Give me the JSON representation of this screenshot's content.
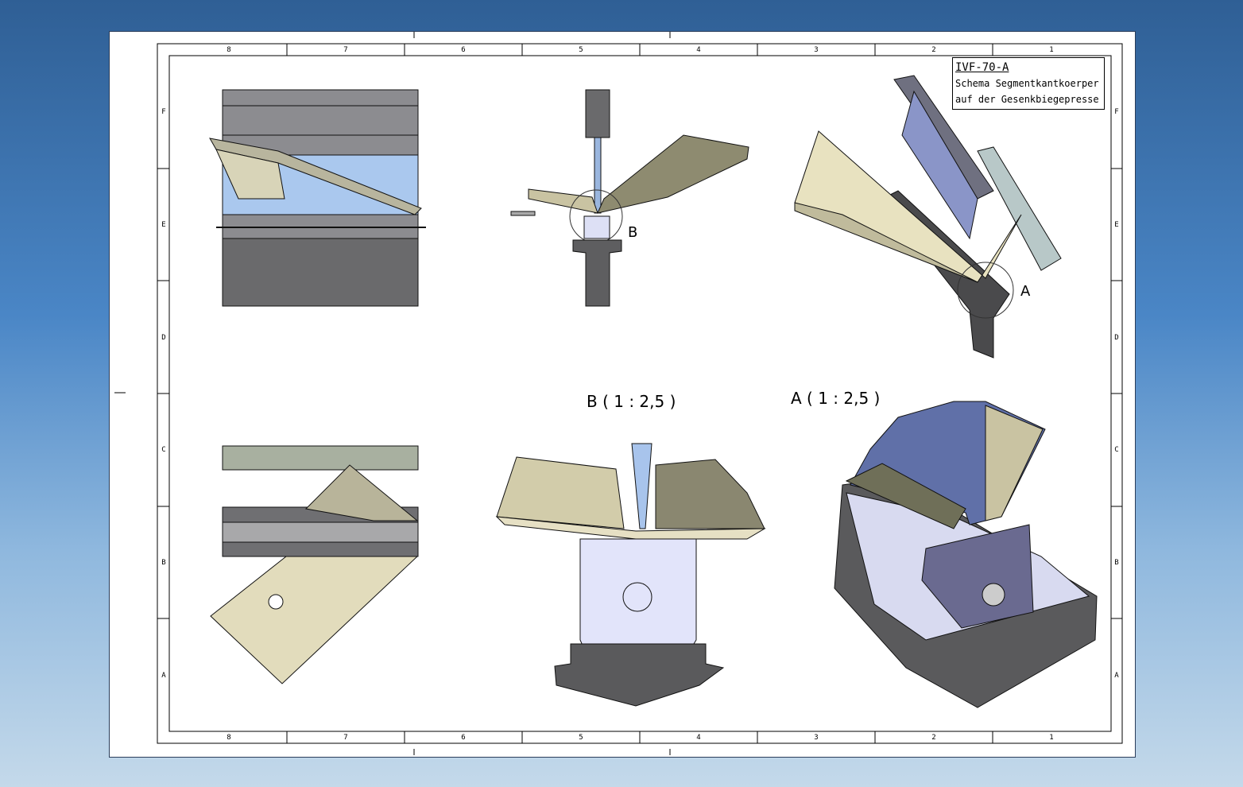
{
  "title_block": {
    "drawing_no": "IVF-70-A",
    "line1": "Schema Segmentkantkoerper",
    "line2": "auf der Gesenkbiegepresse"
  },
  "columns": [
    "8",
    "7",
    "6",
    "5",
    "4",
    "3",
    "2",
    "1"
  ],
  "rows": [
    "F",
    "E",
    "D",
    "C",
    "B",
    "A"
  ],
  "detail_labels": {
    "b_marker": "B",
    "a_marker": "A",
    "b_view": "B ( 1 : 2,5 )",
    "a_view": "A ( 1 : 2,5 )"
  }
}
